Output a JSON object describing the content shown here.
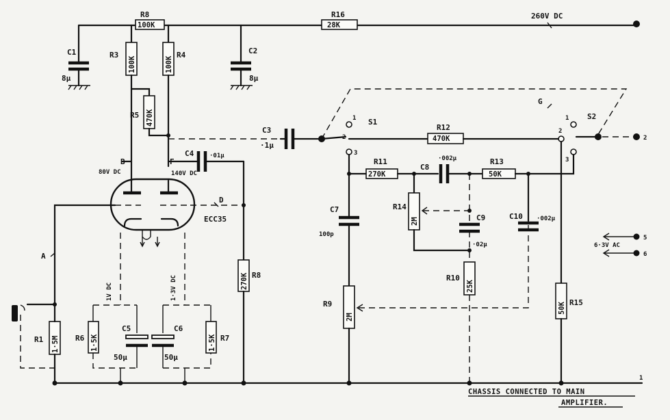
{
  "labels": {
    "R8": "R8",
    "R8_val": "100K",
    "R16": "R16",
    "R16_val": "28K",
    "supply": "260V DC",
    "R3": "R3",
    "R3_val": "100K",
    "R4": "R4",
    "R4_val": "100K",
    "C1": "C1",
    "C1_val": "8µ",
    "C2": "C2",
    "C2_val": "8µ",
    "R5": "R5",
    "R5_val": "470K",
    "C3": "C3",
    "C3_val": "·1µ",
    "C4": "C4",
    "C4_val": "·01µ",
    "nodeB": "B",
    "nodeB_volt": "80V DC",
    "nodeF": "F",
    "nodeF_volt": "140V DC",
    "nodeD": "D",
    "nodeA": "A",
    "valve": "ECC35",
    "R6_res": "R8",
    "R6_res_val": "270K",
    "C5": "C5",
    "C5_val": "50µ",
    "C6": "C6",
    "C6_val": "50µ",
    "R6": "R6",
    "R6_val": "1·5K",
    "R7": "R7",
    "R7_val": "1·5K",
    "R1": "R1",
    "R1_val": "1·5M",
    "cath1_volt": "1V DC",
    "cath2_volt": "1·3V DC",
    "S1": "S1",
    "S2": "S2",
    "G": "G",
    "R12": "R12",
    "R12_val": "470K",
    "R11": "R11",
    "R11_val": "270K",
    "C8": "C8",
    "C8_val": "·002µ",
    "R13": "R13",
    "R13_val": "50K",
    "C7": "C7",
    "C7_val": "100p",
    "R14": "R14",
    "R14_val": "2M",
    "C9": "C9",
    "C9_val": "·02µ",
    "C10": "C10",
    "C10_val": "·002µ",
    "R10": "R10",
    "R10_val": "25K",
    "R9": "R9",
    "R9_val": "2M",
    "R15": "R15",
    "R15_val": "50K",
    "heater": "6·3V AC",
    "sw_pos1": "1",
    "sw_pos2": "2",
    "sw_pos3": "3",
    "sw2_pos1": "1",
    "sw2_pos2": "2",
    "sw2_pos3": "3",
    "term1": "1",
    "term2": "2",
    "term5": "5",
    "term6": "6"
  },
  "note": {
    "line1": "CHASSIS CONNECTED TO MAIN",
    "line2": "AMPLIFIER."
  }
}
